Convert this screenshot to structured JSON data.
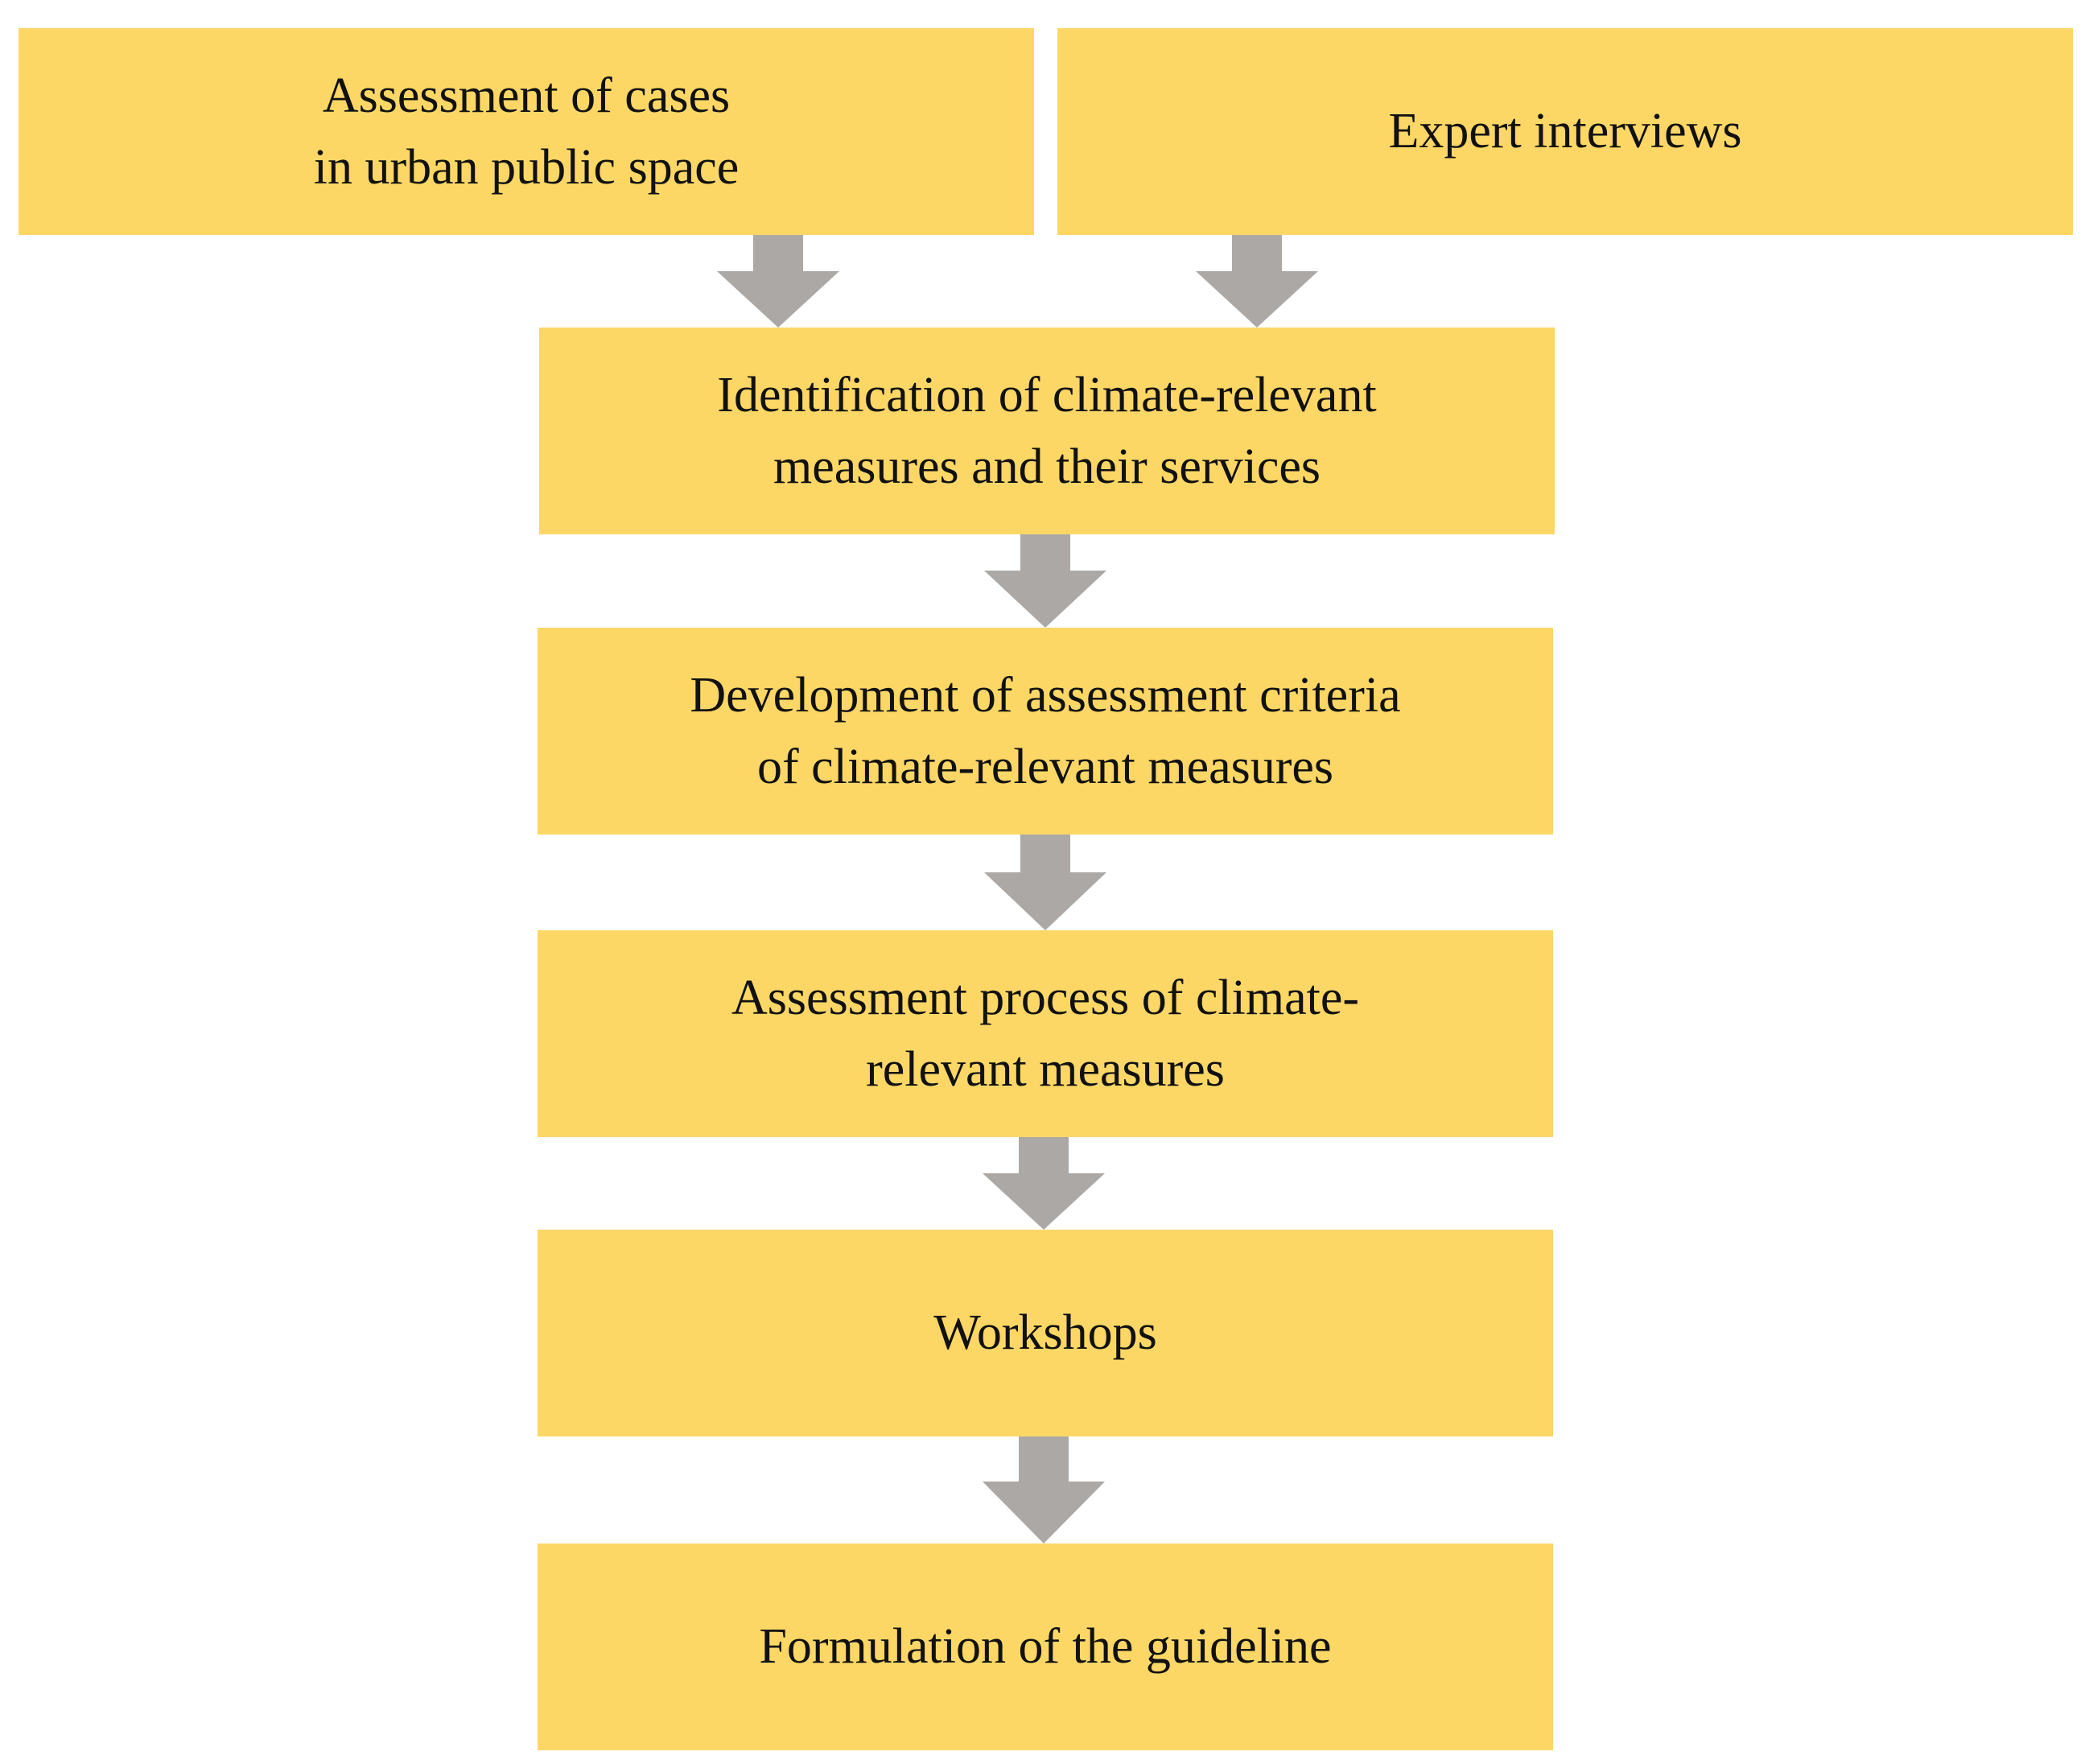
{
  "diagram": {
    "box_color": "#FCD766",
    "arrow_color": "#ABA8A6",
    "nodes": [
      {
        "id": "cases",
        "label": "Assessment of cases\nin urban public space"
      },
      {
        "id": "experts",
        "label": "Expert interviews"
      },
      {
        "id": "identify",
        "label": "Identification of climate-relevant\nmeasures and their services"
      },
      {
        "id": "criteria",
        "label": "Development of assessment criteria\nof climate-relevant measures"
      },
      {
        "id": "process",
        "label": "Assessment process of climate-\nrelevant measures"
      },
      {
        "id": "workshops",
        "label": "Workshops"
      },
      {
        "id": "guideline",
        "label": "Formulation of the guideline"
      }
    ],
    "edges": [
      {
        "from": "cases",
        "to": "identify"
      },
      {
        "from": "experts",
        "to": "identify"
      },
      {
        "from": "identify",
        "to": "criteria"
      },
      {
        "from": "criteria",
        "to": "process"
      },
      {
        "from": "process",
        "to": "workshops"
      },
      {
        "from": "workshops",
        "to": "guideline"
      }
    ]
  }
}
